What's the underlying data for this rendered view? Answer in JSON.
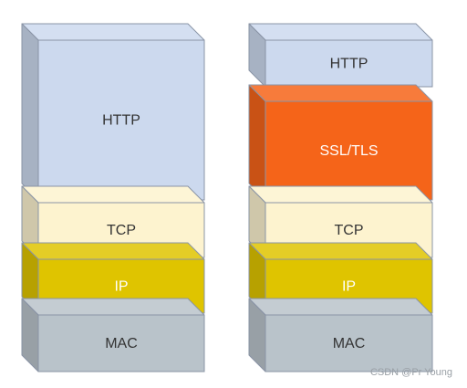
{
  "diagram": {
    "left_stack": {
      "layers": [
        {
          "label": "HTTP",
          "color": "#ccd9ee",
          "text_color": "#333333"
        },
        {
          "label": "TCP",
          "color": "#fdf3cf",
          "text_color": "#333333"
        },
        {
          "label": "IP",
          "color": "#dfc400",
          "text_color": "#ffffff"
        },
        {
          "label": "MAC",
          "color": "#b9c3ca",
          "text_color": "#333333"
        }
      ]
    },
    "right_stack": {
      "layers": [
        {
          "label": "HTTP",
          "color": "#ccd9ee",
          "text_color": "#333333"
        },
        {
          "label": "SSL/TLS",
          "color": "#f56419",
          "text_color": "#ffffff"
        },
        {
          "label": "TCP",
          "color": "#fdf3cf",
          "text_color": "#333333"
        },
        {
          "label": "IP",
          "color": "#dfc400",
          "text_color": "#ffffff"
        },
        {
          "label": "MAC",
          "color": "#b9c3ca",
          "text_color": "#333333"
        }
      ]
    }
  },
  "watermark": "CSDN @Pr Young"
}
